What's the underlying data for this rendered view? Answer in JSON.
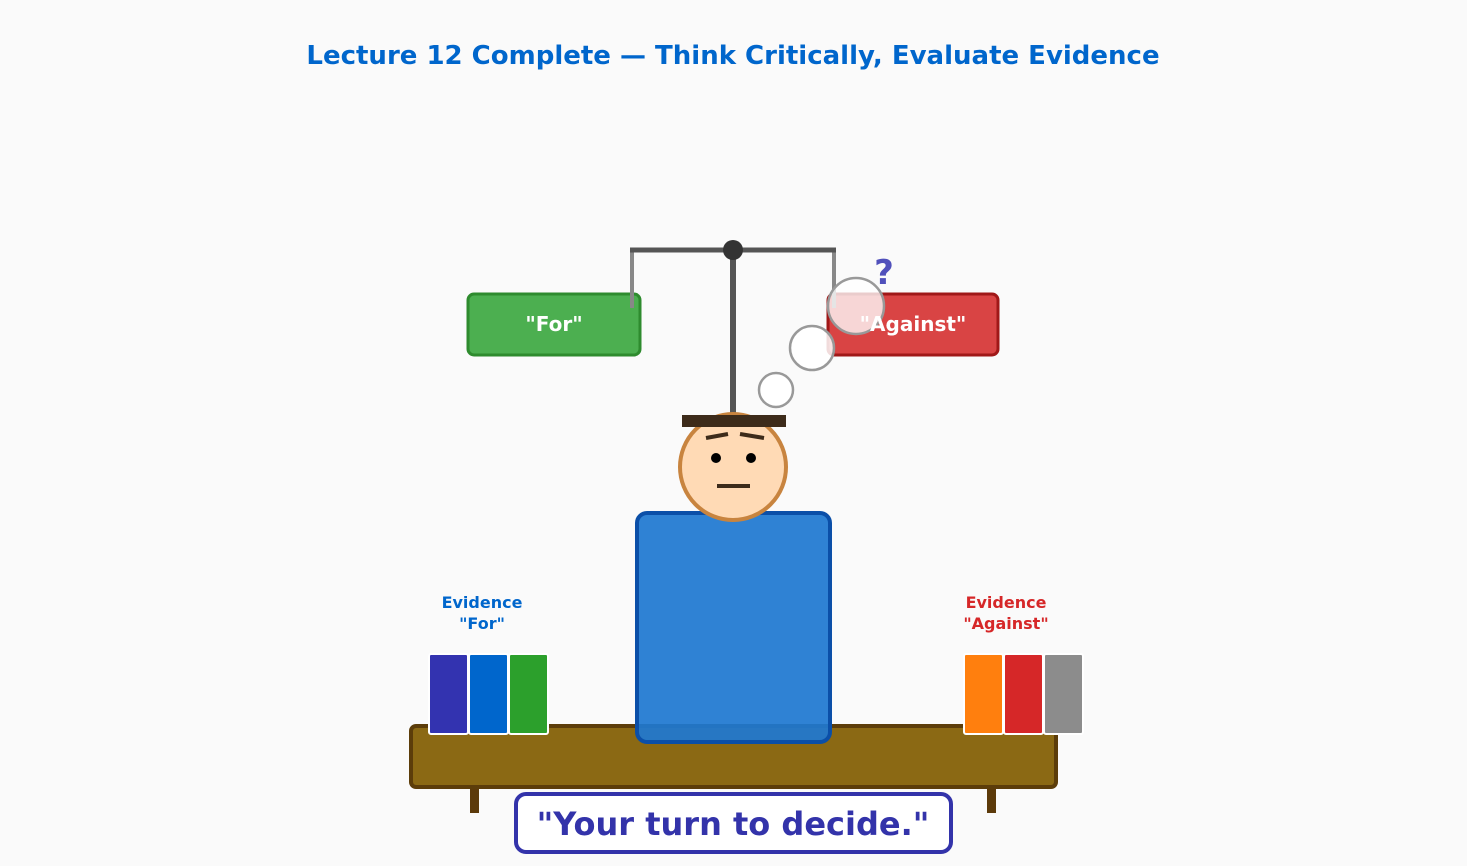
{
  "title": "Lecture 12 Complete — Think Critically, Evaluate Evidence",
  "scale": {
    "for_label": "\"For\"",
    "against_label": "\"Against\"",
    "question_mark": "?"
  },
  "evidence": {
    "for_line1": "Evidence",
    "for_line2": "\"For\"",
    "against_line1": "Evidence",
    "against_line2": "\"Against\"",
    "for_books": [
      "#3333b0",
      "#0066cc",
      "#2ca02c"
    ],
    "against_books": [
      "#ff7f0e",
      "#d62728",
      "#8c8c8c"
    ]
  },
  "caption": "\"Your turn to decide.\"",
  "colors": {
    "title": "#0066cc",
    "for": "#4caf50",
    "against": "#d94444",
    "caption": "#3333aa",
    "table": "#8b6914",
    "shirt": "#1f78d1"
  }
}
